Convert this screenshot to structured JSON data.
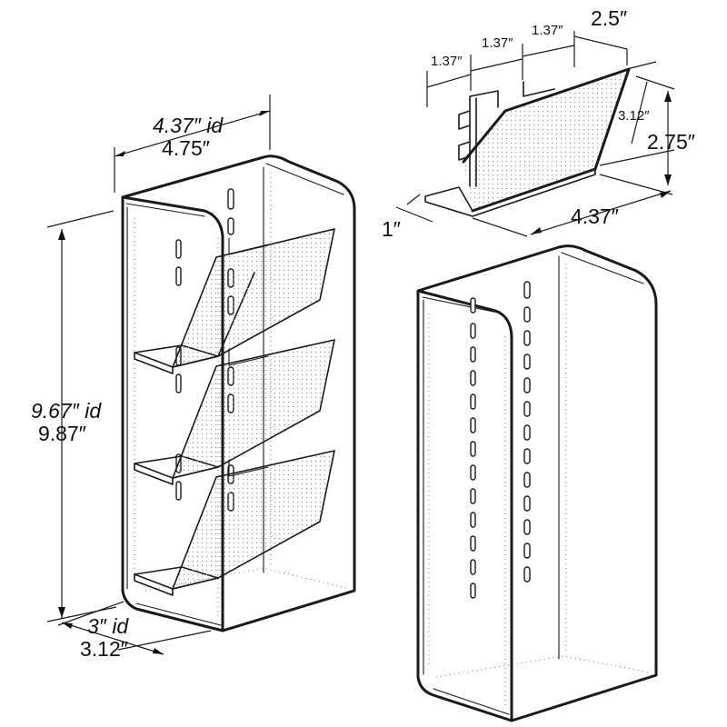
{
  "dimensions": {
    "width_inner": "4.37″ id",
    "width_outer": "4.75″",
    "height_inner": "9.67″ id",
    "height_outer": "9.87″",
    "depth_inner": "3″ id",
    "depth_outer": "3.12″"
  },
  "pocket": {
    "pitch_a": "1.37″",
    "pitch_b": "1.37″",
    "pitch_c": "1.37″",
    "depth": "2.5″",
    "front_height": "3.12″",
    "height": "2.75″",
    "base_depth": "1″",
    "width": "4.37″"
  },
  "colors": {
    "line": "#1a1a1a",
    "background": "#ffffff"
  }
}
